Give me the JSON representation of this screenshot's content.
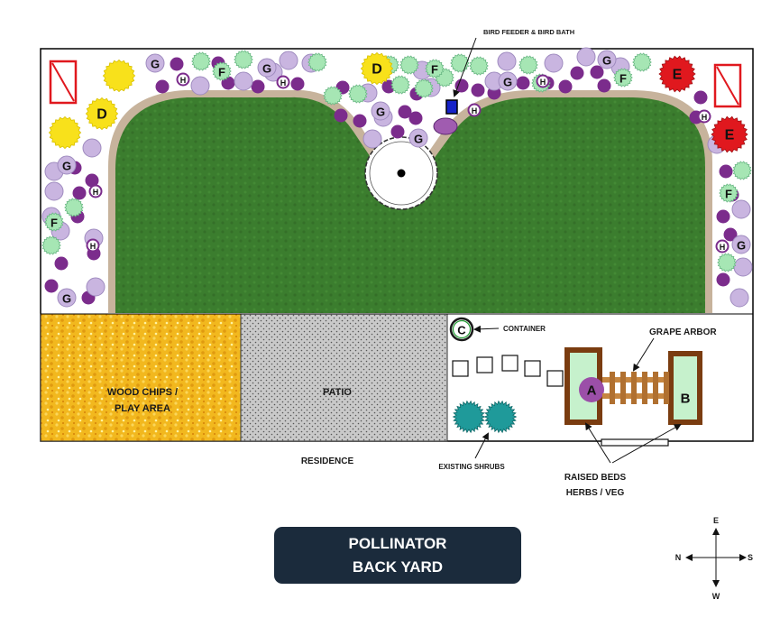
{
  "title": {
    "line1": "POLLINATOR",
    "line2": "BACK YARD"
  },
  "labels": {
    "bird_feeder": "BIRD FEEDER & BIRD BATH",
    "wood_chips_1": "WOOD CHIPS /",
    "wood_chips_2": "PLAY AREA",
    "patio": "PATIO",
    "container": "CONTAINER",
    "grape_arbor": "GRAPE ARBOR",
    "residence": "RESIDENCE",
    "existing_shrubs": "EXISTING SHRUBS",
    "raised_beds_1": "RAISED BEDS",
    "raised_beds_2": "HERBS / VEG"
  },
  "plant_codes": {
    "D": "D",
    "E": "E",
    "F": "F",
    "G": "G",
    "H": "H",
    "C": "C"
  },
  "beds": {
    "a": "A",
    "b": "B"
  },
  "compass": {
    "e": "E",
    "n": "N",
    "s": "S",
    "w": "W"
  },
  "colors": {
    "lawn": "#3b7d2e",
    "border_path": "#c7b39c",
    "yellow": "#f8e11b",
    "red": "#e0181e",
    "lavender": "#c9b5e0",
    "purple": "#7b2c8c",
    "mint": "#a6e6b4",
    "teal": "#1f9a9a",
    "wood": "#7a3c10",
    "bed_fill": "#c6f1cc",
    "title_bg": "#1b2b3c"
  }
}
